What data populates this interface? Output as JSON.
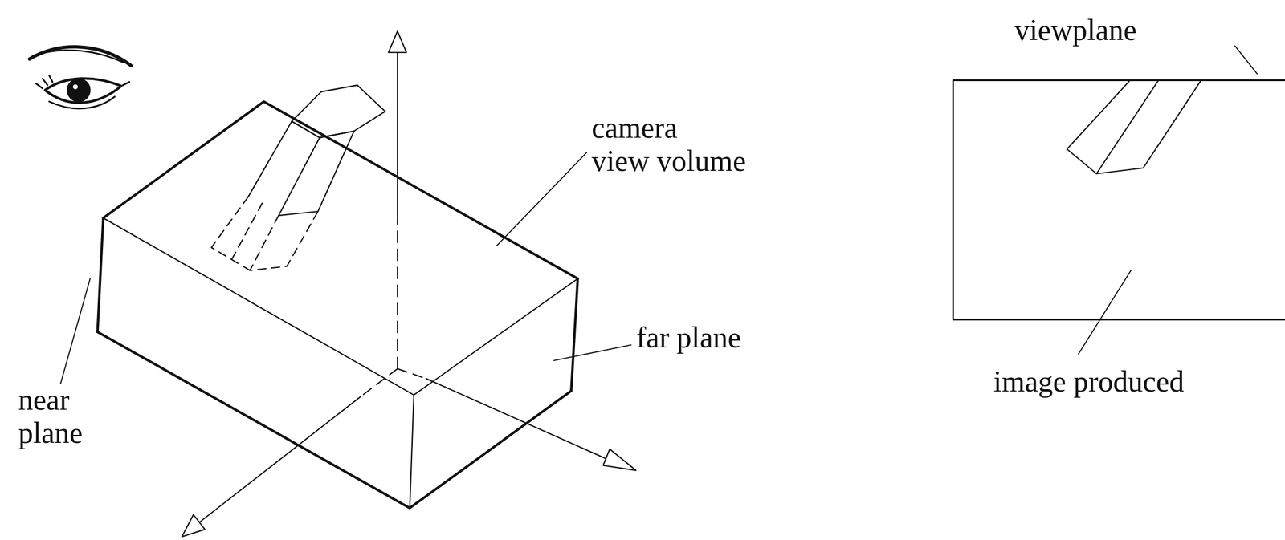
{
  "diagram": {
    "labels": [
      "viewplane",
      "camera view volume",
      "far plane",
      "near plane",
      "image produced"
    ]
  }
}
